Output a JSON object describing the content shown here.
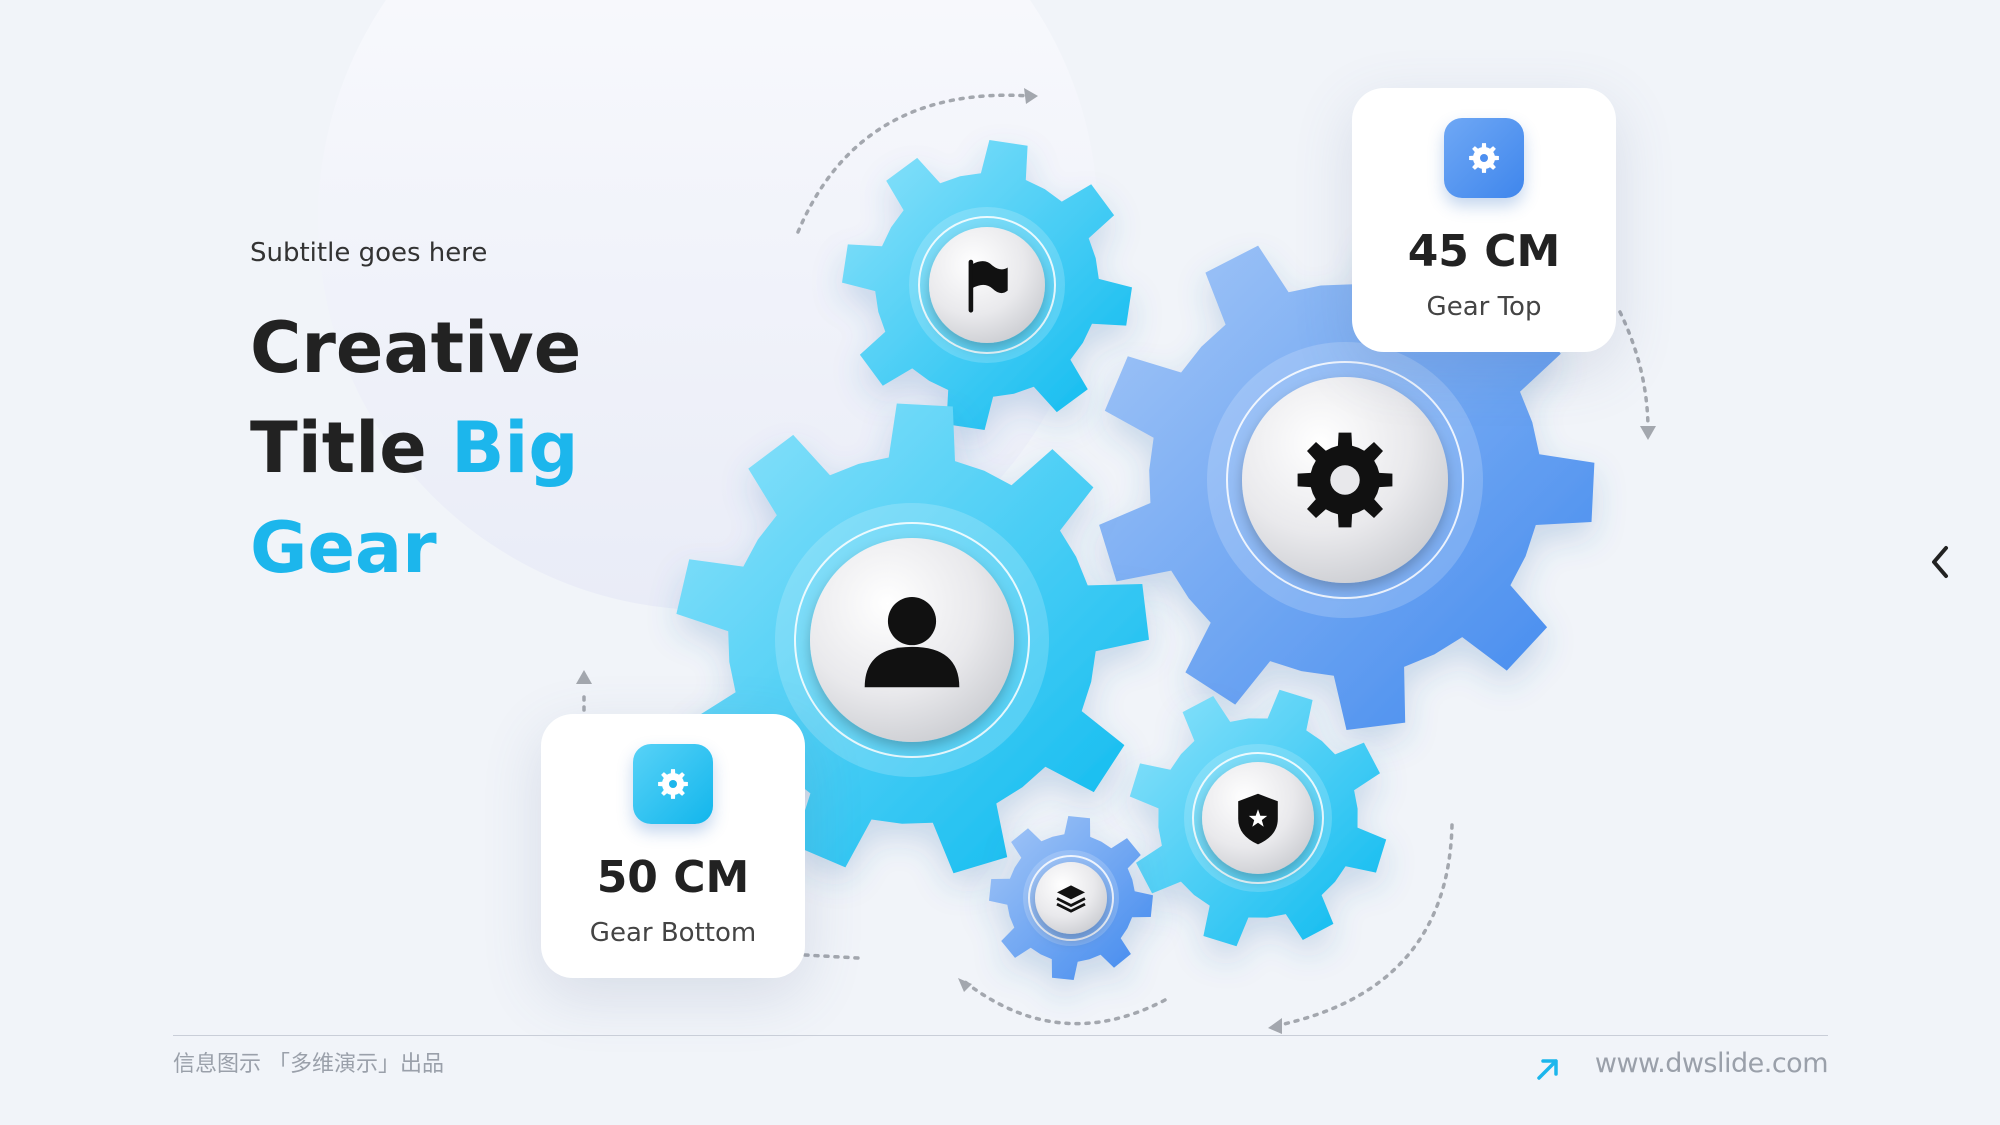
{
  "slide": {
    "subtitle": "Subtitle goes here",
    "title": {
      "line1": "Creative",
      "line2_dark": "Title",
      "line2_accent": "Big",
      "line3_accent": "Gear"
    }
  },
  "cards": [
    {
      "value": "45 CM",
      "label": "Gear Top",
      "icon": "gear-icon",
      "color": "#4d8ff0"
    },
    {
      "value": "50 CM",
      "label": "Gear Bottom",
      "icon": "gear-icon",
      "color": "#1cb6ec"
    }
  ],
  "gears": [
    {
      "name": "flag-gear",
      "icon": "flag-icon"
    },
    {
      "name": "main-gear",
      "icon": "gear-icon"
    },
    {
      "name": "user-gear",
      "icon": "user-icon"
    },
    {
      "name": "shield-gear",
      "icon": "shield-star-icon"
    },
    {
      "name": "layers-gear",
      "icon": "layers-icon"
    }
  ],
  "footer": {
    "left": "信息图示 「多维演示」出品",
    "right": "www.dwslide.com"
  },
  "colors": {
    "accent_cyan": "#1cb6ec",
    "accent_blue": "#4d8ff0",
    "background": "#f1f4f9"
  }
}
